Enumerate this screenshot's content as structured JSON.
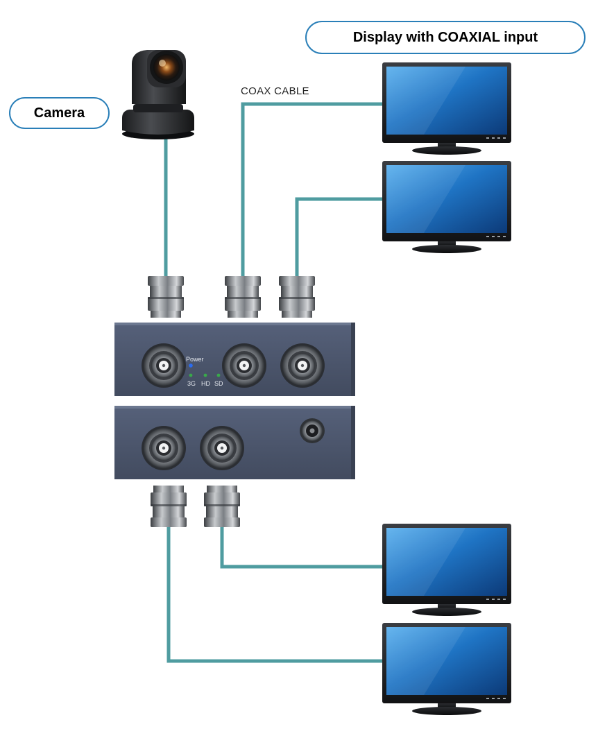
{
  "labels": {
    "camera": "Camera",
    "display": "Display with COAXIAL input",
    "coax_cable": "COAX CABLE"
  },
  "device_panel": {
    "power": "Power",
    "led_3g": "3G",
    "led_hd": "HD",
    "led_sd": "SD"
  },
  "colors": {
    "cable": "#4f9ca0",
    "pill_border": "#2a7fb8",
    "device_body": "#4a5568",
    "screen": "#1f74c4"
  }
}
